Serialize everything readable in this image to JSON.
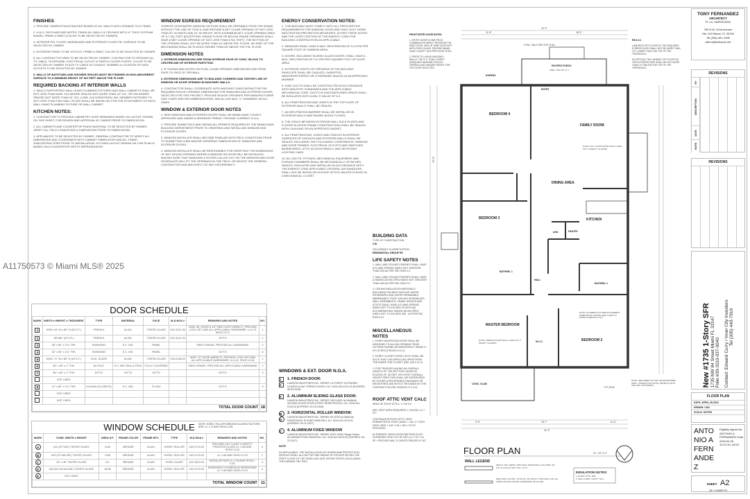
{
  "watermark": "A11750573 © Miami MLS® 2025",
  "notes_col1": {
    "finishes_title": "FINISHES",
    "finishes": [
      "1. PROVIDE CEMENTITIOUS BACKER BOARD AT ALL WALLS WITH CERAMIC TILE FINISH.",
      "2. U.N.O. ON PLANS AND NOTES, FINISH ALL WALLS & CEILINGS WITH ½\" THICK GYPSUM BOARD, PRIME & PAINT (COLOR TO BE SELECTED BY OWNER).",
      "3. INTERIOR FIN. FLOOR, BASEBOARD AND EXTERIOR FLOOR FIN. SURFACE TO BE SELECTED BY OWNER.",
      "4. EXTERIOR FINISH TO BE STUCCO. PRIME & PAINT, COLOR TO BE SELECTED BY OWNER.",
      "5. ALL LIGHTING FIXTURES TO BE SELECTED BY OWNER. CONTRACTOR TO PROVIDE ALL TV CABLE, TELEPHONE, ELECTRICAL OUTLET & SWITCH COVER PLATES. COLOR TO BE SELECTED BY OWNER. PLACE TV CABLE IN CONDUIT. NUMBER & LOCATION OF DATA OUTLETS TO BE SELECTED BY OWNER."
    ],
    "finishes_bold": "6. WALLS OF BATHTUBS AND SHOWER SPACES MUST BE FINISHED IN NON-ABSORBENT SURFACE TO A MINIMUM HEIGHT OF SIX FEET ABOVE THE FLOOR.",
    "backing_title": "REQUIRED BACKING AT INTERIOR WALLS",
    "backing": "1. WALLS SUPPORTING WALL HUNG PLUMBING FIXTURES AND WALL CABINETS SHALL BE NOT LESS THAN NOM. 2X4 WHERE SPACED NOT MORE THAN 16\" O/C, OR 2X6 WHERE SPACED NOT MORE THAN 24\" O/C. A MIN. 2X4 HORIZONTAL WD. MEMBER FASTENED TO NOT LESS THAN TWO WALL STUDS SHALL BE INSTALLED FOR THE ATTACHMENT OF EACH WALL HUNG PLUMBING FIXTURE OR WALL CABINET.",
    "kitchen_title": "KITCHEN NOTES:",
    "kitchen": [
      "1. CONTRACTOR TO PROVIDE CABINETRY SHOP DRAWINGS BASED ON LAYOUT SHOWN ON THIS SHEET, FOR REVIEW AND APPROVAL BY OWNER PRIOR TO FABRICATION.",
      "2. ALL CABINETS AND COUNTERTOP FINISH MATERIAL TO BE SELECTED BY OWNER. VERIFY ALL FIELD CONDITIONS & DIMENSIONS PRIOR TO FABRICATION.",
      "3. APPLIANCES TO BE SELECTED BY OWNER. GENERAL CONTRACTOR TO VERIFY ALL DIMENSIONS AND COORDINATE WITH CABINET FABRICATOR AND ALL TRADE SUBCONTRACTORS PRIOR TO INSTALLATION. KITCHEN LAYOUT DESIGN ON THIS PLAN IS BASED ON A COUNTERTOP DEPTH REFRIGERATOR."
    ]
  },
  "notes_col2": {
    "egress_title": "WINDOW EGRESS REQUIREMENT",
    "egress": "'EGRESS' DESIGNATED WINDOW ON PLAN SHALL BE OPERABLE FROM THE INSIDE WITHOUT THE USE OF TOOLS, AND PROVIDE A NET CLEAR OPENING OF NOT LESS THAN 20\" IN WIDTH AND 24\" IN HEIGHT, WITH A MINIMUM NET CLEAR OPENING AREA OF 5.7 SQ. FEET (EXCEPTION: GRADE FLOOR OR BELOW GRADE OPENINGS SHALL HAVE A NET CLEAR OPENING OF NOT LESS THAN 5 SQ. FEET). THE BOTTOM OF THE OPENING SHALL NOT BE MORE THAN 44\" ABOVE FIN. FLOOR. NO PART OF THE MECHANISM SHALL BE PLACED HIGHER THAN 54\" ABOVE THE FIN. FLOOR.",
    "dimension_title": "DIMENSION NOTES",
    "dimension": [
      "1. INTERIOR DIMENSIONS ARE FROM INTERIOR FACE OF CONC. BLOCK TO CENTERLINE OF INTERIOR PARTITION.",
      "2. IF SHOWN AND NOTED ON PLAN, CLEAR OPENING DIMENSIONS ARE FROM FACE-TO-FACE OF DRYWALL.",
      "3. EXTERIOR DIMENSIONS ARE TO BUILDING CORNERS AND CENTER LINE OF WINDOW OR DOOR OPENING IN MASONRY WALLS.",
      "4. CONTRACTOR SHALL COORDINATE WITH MASONRY SUBCONTRACTOR THE REQUIRED ROUGH OPENING DIMENSIONS FOR WINDOWS AND EXTERIOR DOORS SELECTED FOR THIS PROJECT. PROVIDE ROUGH OPENINGS PER MANUFACTURER SIZE CHART AND RECOMMENDATIONS, AND ALLOW MAX. ¼\" SHIMMING ON ALL SIDES."
    ],
    "window_door_title": "WINDOW & EXTERIOR DOOR NOTES",
    "window_door": [
      "1. NEW WINDOWS AND EXTERIOR DOORS SHALL BE MIAMI-DADE COUNTY APPROVED AND UNDER A SEPARATE PERMIT. PROVIDE CURRENT N.O.A.",
      "2. PROVIDE SUBMITTALS AND OBTAIN ALL PERMITS REQUIRED BY THE MIAMI-DADE BUILDING DEPARTMENT PRIOR TO ORDERING AND INSTALLING WINDOW AND EXTERIOR DOORS.",
      "3. WINDOW INSTALLER SHALL BECOME FAMILIAR WITH FIELD CONDITIONS PRIOR TO SUBMITTING A BID AND/OR ORDERING FABRICATION OF WINDOWS AND EXTERIOR DOORS.",
      "4. WINDOW INSTALLER SHALL BE RESPONSIBLE FOR VERIFYING THE DIMENSIONS OF ANY ROUGH OPENING WHERE A WINDOW OR DOOR WILL BE INSTALLED, MAKING SURE THAT WINDOWS & DOORS CALLED OUT ON THE WINDOW AND DOOR SCHEDULES WILL FIT THE OPENINGS IN THE FIELD, OR ADVICE THE GENERAL CONTRACTOR AND ARCHITECT OF ANY DISCREPANCY."
    ]
  },
  "notes_col3": {
    "energy_title": "ENERGY CONSERVATION NOTES:",
    "energy": [
      "1. THIS BUILDING MUST COMPLY WITH ALL PRESCRIPTIVE REQUIREMENTS FOR WINDOW, DOOR AND HVAC DUCT WORK INFILTRATION PREVENTION MEASURES, AS PER THESE NOTES AND THE LATEST EDITION OF THE ENERGY CODE FOR BUILDING CONSTRUCTION AS APPLICABLE.",
      "2. WINDOWS SHALL HAVE A MAX. INFILTRATION OF 0.3 CFM PER SQUARE FOOT OF WINDOW AREA.",
      "3. DOORS, INCLUDING SLIDING GLASS DOORS, SHALL HAVE A MAX. INFILTRATION OF 0.5 CFM PER SQUARE FOOT OF DOOR AREA.",
      "4. EXTERIOR JOINTS OR OPENINGS IN THE BUILDING ENVELOPE SHALL BE CAULKED, GASKETED, WEATHERSTRIPPED OR OTHERWISE SEALED IN AN APPROVED MANNER.",
      "5. HVAC DUCTS SHALL BE CONSTRUCTED IN ACCORDANCE WITH INDUSTRY STANDARDS AND THE APPLICABLE MECHANICAL CODE. DUCTS IN UNCONDITIONED SPACE SHALL BE INSULATED WITH A MIN. R VALUE OF 6.0.",
      "6. ALL PENETRATIONS AND JOINTS IN THE TOP PLATE OF EXTERIOR WALLS SHALL BE SEALED.",
      "7. AN INFILTRATION BARRIER SHALL BE INSTALLED IN EXTERIOR WALLS AND RAISED WOOD FLOORS.",
      "8. THE CRACK BETWEEN EXTERIOR WALL SOLE PLATES AND FLOORS IN WOOD FRAME CONSTRUCTION SHALL BE SEALED WITH CAULKING OR AN APPROVED GASKET.",
      "9. ALL PENETRATIONS, JOINTS AND CRACKS IN INTERIOR SURFACES OF CEILINGS AND EXTERIOR WALLS SHALL BE SEALED, INCLUDING THE FOLLOWING COMPONENTS: WINDOW AND DOOR FRAMES, ELECTRICAL OUTLETS AND SWITCHES, BASEBOARDS, ATTIC ACCESS PANELS, AND RECESSED LIGHTING CANS.",
      "10. ALL DUCTS, FITTINGS, MECHANICAL EQUIPMENT AND PLENUM CHAMBERS SHALL BE MECHANICALLY ATTACHED, SEALED, INSULATED AND INSTALLED IN ACCORDANCE WITH THE ENERGY CODE APPLICABLE CRITERIA. AIR HANDLERS SHALL NOT BE INSTALLED IN ROOF ATTICS UNLESS PLACED IN A MECHANICAL CLOSET."
    ]
  },
  "front_entry": {
    "title": "FRONT ENTRY DOOR NOTES:",
    "items": [
      "1. ENTRY DOOR IS ONE PIECE COMBINATION IMPACT RESISTANT 36\" WIDE DOOR, AND 18\" WIDE SIDELIGHT WITH FIXED GLASS. PROVIDE MIAMI-DADE COUNTY NOA PER DOOR SCHD.",
      "2. PRIOR TO LAYING MASONRY WALLS, THE G.C. SHALL VERIFY ADEQUATE MASONRY ROUGH OPENING AND HEADER HEIGHT FOR THE DOOR SELECTED."
    ]
  },
  "r311": {
    "title": "R311.3.1",
    "text": "LANDINGS OR FLOORS AT THE REQUIRED EGRESS DOOR SHALL NOT BE MORE THAN 1½\" LOWER THAN THE TOP OF THE THRESHOLD.",
    "exception": "EXCEPTION: THE LANDING OR FLOOR ON THE EXTERIOR SIDE SHALL BE NOT MORE THAN 7¾\" BELOW THE TOP OF THE THRESHOLD."
  },
  "building_data": {
    "title": "BUILDING DATA",
    "type_label": "TYPE OF CONSTRUCTION",
    "type": "V-B",
    "occ_label": "OCCUPANCY CLASSIFICATION",
    "occ": "RESIDENTIAL GROUP R3"
  },
  "life_safety": {
    "title": "LIFE SAFETY NOTES",
    "items": [
      "1. WALL AND CEILING FINISHES SHALL HAVE A FLAME SPREAD INDEX NOT GREATER THAN 200 AS PER FBC R302.9.1",
      "2. WALL AND CEILING FINISHES SHALL HAVE A SMOKE-DEVELOPED INDEX NOT GREATER THAN 450 AS PER FBC R302.9.2",
      "3. CEILING INSULATION MATERIALS INCLUDING FACINGS SUCH AS VAPOR RETARDERS AND VAPOR PERMEABLE MEMBRANES, ROOF CEILING ASSEMBLIES, WALL ASSEMBLIES, CRAWL SPACES AND ATTICS SHALL HAVE A FLAME SPREAD INDEX NOT TO EXCEED 25 WITH AN ACCOMPANYING SMOKE-DEVELOPED INDEX NOT TO EXCEED 450 - AS PER FBC R302.10.1"
    ]
  },
  "misc": {
    "title": "MISCELLANEOUS NOTES",
    "items": [
      "1. EVERY BATHROOM DOOR SHALL BE DESIGNED TO ALLOW OPENING FROM OUTSIDE DURING AN EMERGENCY WHEN IT IS LOCKED (FBC420.3.11.2)",
      "2. EVERY CLOSET DOOR LATCH SHALL BE SUCH THAT CHILDREN CAN OPEN FROM THE INSIDE THE CLOSET (FBC 420.3.11.2)",
      "3. FOR TRUSSES HAVING AN OVERALL LENGTH OF THE BOTTOM CHORD IN EXCESS OF 35 FEET OR 6 FEET OVERALL HEIGHT ERECTION SHALL BE SUPERVISED BY EITHER A REGISTERED ENGINEER OR REGISTERED ARCHITECT RETAINED BY THE CONTRACTOR (FBC R4409.6.17.2.4.2)"
    ]
  },
  "roof_vent": {
    "title": "ROOF ATTIC VENT CALC",
    "items": [
      "AREA OF ROOF ATTIC= 1,749 S.F.",
      "MIN. VENT AREA REQUIRED 1,749/150= 11.7 S.F.",
      "CONTINUOUS ROOF ATTIC VENT PERIMETER AT ROOF (EAVE = 181' 2\" CONT. EAVE VENT x 181' 0.16 x 181'= 30 S.F. PROVIDED",
      "ALTERNATE VENTILATION METHOD 6\"x22\" SCREENED VENT (0.9 SF NET) 11.7 SF / 0.9 SF= PROVIDE MIN. 13 VENTS SPACED 6' O/C"
    ]
  },
  "noa": {
    "title": "WINDOWS & EXT. DOOR N.O.A.",
    "items": [
      {
        "marks": [
          "1",
          "2"
        ],
        "heading": "1. FRENCH DOOR:",
        "text": "LAWSON INDUSTRIES INC. SERIES 'LA PORTE' OUTSWING GLAZED ALUM. FRENCH DOOR L.M.I. NOA #23-1012.03 (EXPIRES: 08-05-2028)"
      },
      {
        "marks": [
          "5"
        ],
        "heading": "2. ALUMINUM SLIDING GLASS DOOR:",
        "text": "LAWSON INDUSTRIES INC. SERIES 'SDG-6300' ALUMINUM SLIDING GLASS DOOR (STEEL REINFORCED) L.M.I. NOA #23-0118.03 (EXPIRES: 02-13-2028)"
      },
      {
        "marks": [
          "B",
          "D"
        ],
        "heading": "3. HORIZONTAL ROLLER WINDOW:",
        "text": "LAWSON INDUSTRIES INC. SERIES HS-8700 ALUMINUM HORIZONTAL SLIDING WINDOW L.M.I. NOA #22-0719.02 (EXPIRES: 04-11-2027)"
      },
      {
        "marks": [
          "C"
        ],
        "heading": "4. ALUMINUM FIXED WINDOW",
        "text": "LAWSON INDUSTRIES INC. SERIES 4200 / 6200 Flange-Frame ALUMINUM FIXED WINDOW L.M.I. NOA #22-0613.03 (EXPIRES: 06-23-2027)"
      }
    ],
    "note_title": "NOTE",
    "note": "AS APPLICABLE, THE INSTALLATION OF HURRICANE PROTECTION DEVICES SHALL ALLOW FOR ONE MEANS OF ESCAPE WITHIN THE FIRST FLOOR OF THE DWELLING UNIT (FRONT ENTRY) EXCLUDING THE GARAGE FBC R311"
  },
  "door_schedule": {
    "title": "DOOR SCHEDULE",
    "headers": [
      "MARK",
      "WIDTH x HEIGHT x THICKNESS",
      "TYPE",
      "MATERIAL",
      "FACE",
      "M-D NOA #",
      "REMARKS AND NOTES",
      "NO."
    ],
    "rows": [
      [
        "1",
        "NOM. 54\" W x 80\" H (30 S.F.)",
        "FRENCH",
        "ALUM.",
        "TINTED GLASS",
        "#23-1012.03",
        "NOM. 36\" DOOR & 18\" SIDE LIGHT (IMPACT). PROVIDE LOCK SET AND ALL APPLICABLE HARDWARE. U=0.75 SHGC=0.17",
        "1"
      ],
      [
        "2",
        "36\"x80\" (20 S.F.)",
        "FRENCH",
        "ALUM.",
        "TINTED GLASS",
        "#23-1012.03",
        "DITTO",
        "1"
      ],
      [
        "3",
        "36\" x 80\" x 1¾\" THK",
        "SWINGING",
        "S.C. WD.",
        "PANEL",
        "",
        "PAINT GRADE. PROVIDE ALL HARDWARE",
        "2"
      ],
      [
        "4",
        "32\" x 80\" x 1¾\" THK",
        "SWINGING",
        "S.C. WD.",
        "PANEL",
        "",
        "DITTO",
        "6"
      ],
      [
        "5",
        "NOM. 72\" W x 80\" H (40 S.F.)",
        "SLID. GLASS",
        "ALUM.",
        "TINTED GLASS",
        "#23-0118.03",
        "NOM. 72\" DOOR (IMPACT). PROVIDE LOCK SET AND ALL APPLICABLE HARDWARE. U=1.01, SHGC=0.48",
        "1"
      ],
      [
        "6",
        "30\" x 80\" x 1\" THK",
        "BI-FOLD",
        "S.C. WD. RAIL & STILE",
        "FULLY LOUVERED",
        "",
        "PAINT GRADE. PROVIDE ALL APPLICABLE HARDWARE",
        "1"
      ],
      [
        "7",
        "36\" x 80\" x 1\" THK",
        "DITTO",
        "DITTO",
        "DITTO",
        "",
        "DITTO",
        "3"
      ],
      [
        "",
        "NOT USED",
        "",
        "",
        "",
        "",
        "",
        ""
      ],
      [
        "9",
        "72\" x 80\" x 1¾\" THK",
        "SLIDING (CLOSETS)",
        "S.C. WD.",
        "FLUSH",
        "",
        "DITTO",
        "3"
      ],
      [
        "",
        "NOT USED",
        "",
        "",
        "",
        "",
        "",
        ""
      ],
      [
        "",
        "NOT USED",
        "",
        "",
        "",
        "",
        "",
        ""
      ]
    ],
    "total_label": "TOTAL DOOR COUNT",
    "total": "18"
  },
  "window_schedule": {
    "title": "WINDOW SCHEDULE",
    "note": "NOTE: HORIZ. ROLLER WINDOW GLAZING FACTORS ARE: U= 1.11 AND SHGC=0.28",
    "headers": [
      "MARK",
      "CODE, WIDTH x HEIGHT",
      "AREA S.F.",
      "FRAME COLOR",
      "FRAME MT'L",
      "TYPE",
      "M-D NOA #",
      "REMARKS AND NOTES",
      "NO."
    ],
    "rows": [
      [
        "A",
        "#22 (37\"x26\") TINTED GLASS",
        "6.66",
        "BRONZE",
        "ALUM.",
        "HORIZ. ROLLER",
        "#22-0719.02",
        "PROVIDE CAT CLASS II SAFETY FROSTED GLASS U= 1.08 AND SHGC=0.24",
        "3"
      ],
      [
        "B",
        "#23 (37\"x38-3/8\") TINTED GLASS",
        "9.86",
        "BRONZE",
        "ALUM.",
        "HORIZ. ROLLER",
        "#22-0719.02",
        "U= 1.08 AND SHGC=0.24",
        "1"
      ],
      [
        "C",
        "24\" x 48\" TINTED GLASS",
        "8.0",
        "BRONZE",
        "ALUM.",
        "FIXED GLASS",
        "#22-0613.03",
        "MODULAR SIZE U= 1.06 AND SHGC= 0.25",
        "3"
      ],
      [
        "D",
        "#34 (53-1/8\"x50-5/8\") TINTED GLASS",
        "18.66",
        "BRONZE",
        "ALUM.",
        "HORIZ. ROLLER",
        "#22-0719.02",
        "EMERGENCY EGRESS AT BEDROOMS U= 1.08 AND SHGC=0.24",
        "4"
      ],
      [
        "E",
        "NOT USED",
        "",
        "",
        "",
        "",
        "",
        "",
        ""
      ]
    ],
    "total_label": "TOTAL WINDOW COUNT",
    "total": "11"
  },
  "floor_plan": {
    "title": "FLOOR PLAN",
    "scale": "SC: 1/4\"=1'-0\"",
    "rooms": {
      "bedroom4": "BEDROOM 4",
      "family": "FAMILY ROOM",
      "dining": "DINING AREA",
      "kitchen": "KITCHEN",
      "bedroom3": "BEDROOM 3",
      "bath1": "BATHRM. 1",
      "bath2": "BATHRM. 2",
      "hall": "HALL",
      "pantry": "PANTRY",
      "master": "MASTER BEDROOM",
      "wic": "W.I.C.",
      "bedroom2": "BEDROOM 2",
      "porch": "ROOFED PORCH",
      "porch_sub": "(CER. TILE FIN. FL.)",
      "entry": "ENTRY",
      "slab": "CONC. SLAB",
      "walk": "CONC. WALK SEE SITE PLAN",
      "egress": "EGRESS",
      "ahu": "AHU",
      "typ_eave": "TYP. EAVE"
    },
    "dims": {
      "overall": "32'-0\"",
      "left_top": "11'-8\"",
      "right_top": "18'-0\"",
      "bottom_left": "9'-8\"",
      "bottom_mid": "18'-7\"",
      "bottom_right": "8'-11\"",
      "left_height": "59'-8\""
    },
    "note_sliding": "NOTE: SLD. GLASS DOOR SHALL HAVE CAT. II SAFETY GLAZING",
    "note_french": "NOTE: FRENCH DOOR SHALL HAVE CAT. II SAFETY GLAZING",
    "note_plumbing": "NOTE: PLUMBING FIXTURE PLACEMENT DIMENSIONS SHOWN ARE CLEAR TO FINISH SURFACE (TYP.)",
    "note_sheet": "NOTE: SEE SHEET S1 FOR VAPOR BARRIER SPEC, COMPACTION NOTE, TERMITE NOTE AND SOIL STATEMENT",
    "wall_legend_title": "WALL LEGEND",
    "wall_legend": [
      "NEW 8\" THK. REINF. CMU WALL W/DRYWALL ON FURR. INT. FIN. & STUCCO EXT. FIN. U.N.O.",
      "NEW NOM. 2x4 MTL. STUD 16\" O/C WITH ½\" DRYWALL FIN. ALL SIDES UNLESS NOTED OTHERWISE ON PLANS"
    ],
    "insulation_title": "INSULATION NOTES:",
    "insulation": [
      "1. ROOF ATTIC: R30",
      "2. WALL FURR. CAVITY: R4.1"
    ]
  },
  "title_block": {
    "architect": "TONY FERNANDEZ",
    "role": "ARCHITECT",
    "license": "Fl. Lic. #AR0014542",
    "address1": "780 N.W. 42nd Avenue",
    "address2": "Ste. 619 Miami, FL 33126",
    "tel": "Tel (305) 461-1995",
    "email": "aferm@bellsouth.net",
    "revisions": "REVISIONS",
    "rev_cols": [
      "BY",
      "DESCRIPTION",
      "DATE",
      "MARK"
    ],
    "project": "New #1735 1-Story SFR",
    "project_address": "1735 NW 84 Street Miami FL 33147",
    "folio": "Folio #30-3110-037-0040",
    "contact": "Contact: Edward Curry / Inner City Investors",
    "contact_tel": "Tel (305) 440-7919",
    "sheet_name": "FLOOR PLAN",
    "date": "DATE: APRIL-25-2024",
    "drawn": "DRAWN: CAD",
    "scale": "SCALE: NOTED",
    "signature_name": "ANTONIO A FERNANDEZ",
    "signature_text": "Digitally signed by ANTONIO A FERNANDEZ Date: 2024.04.25 10:21:33 -04'00'",
    "sheet_label": "SHEET",
    "sheet": "A2",
    "of_sheets": "OF 4 SHEETS"
  }
}
